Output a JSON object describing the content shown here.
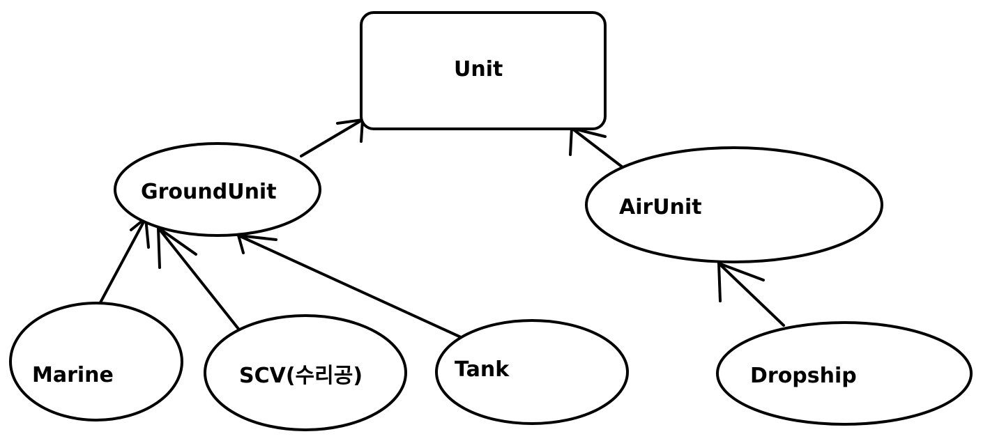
{
  "nodes": {
    "unit": {
      "label": "Unit"
    },
    "ground_unit": {
      "label": "GroundUnit"
    },
    "air_unit": {
      "label": "AirUnit"
    },
    "marine": {
      "label": "Marine"
    },
    "scv": {
      "label": "SCV(수리공)"
    },
    "tank": {
      "label": "Tank"
    },
    "dropship": {
      "label": "Dropship"
    }
  },
  "edges": [
    {
      "from": "ground_unit",
      "to": "unit"
    },
    {
      "from": "air_unit",
      "to": "unit"
    },
    {
      "from": "marine",
      "to": "ground_unit"
    },
    {
      "from": "scv",
      "to": "ground_unit"
    },
    {
      "from": "tank",
      "to": "ground_unit"
    },
    {
      "from": "dropship",
      "to": "air_unit"
    }
  ],
  "colors": {
    "stroke": "#000000",
    "background": "#ffffff"
  }
}
